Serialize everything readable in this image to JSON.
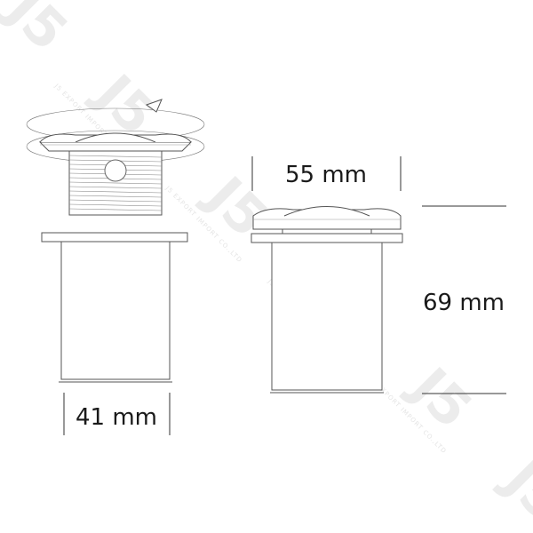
{
  "watermark": {
    "brand": "J5",
    "company": "J5 EXPORT IMPORT CO.,LTD"
  },
  "dimensions": {
    "bottom_width": "41 mm",
    "top_width": "55 mm",
    "height": "69 mm"
  },
  "icons": {
    "rotation": "rotate-arrow-icon"
  }
}
